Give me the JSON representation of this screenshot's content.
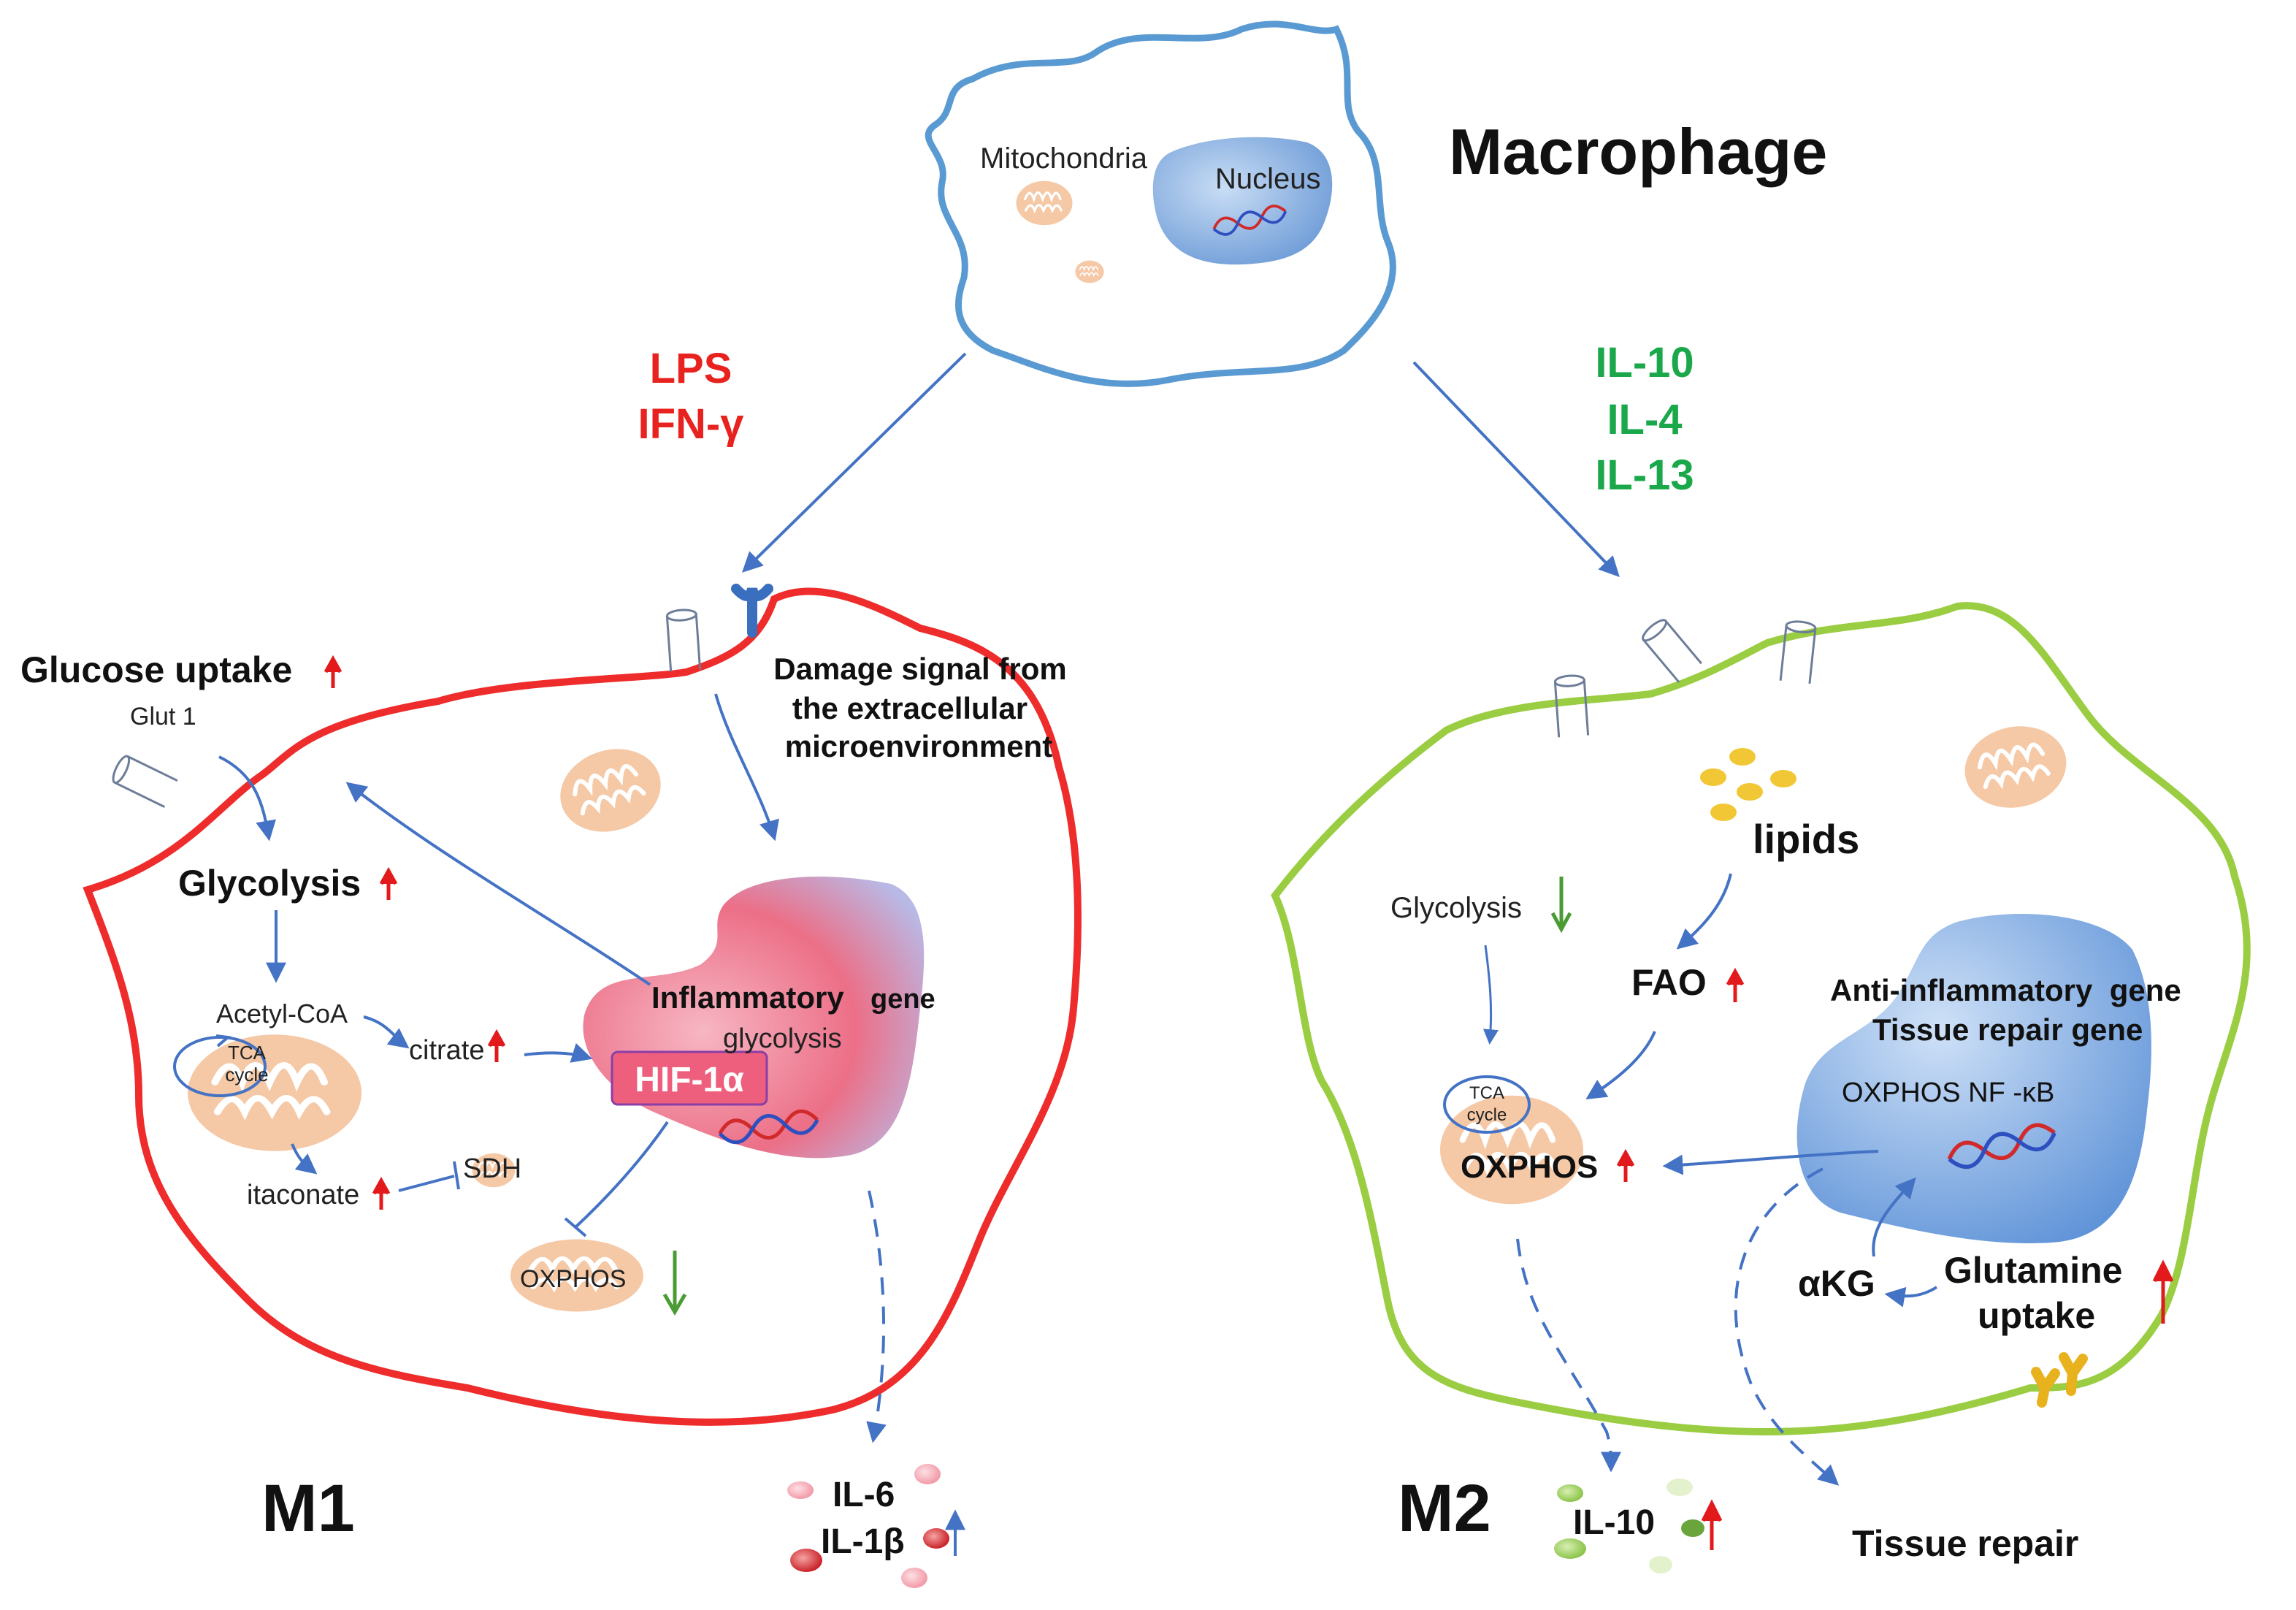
{
  "colors": {
    "arrow": "#4472c4",
    "m1_membrane": "#ee2c2c",
    "m2_membrane": "#9acd42",
    "macrophage_membrane": "#5a9ad2",
    "red_text": "#e8231f",
    "green_text": "#1aa84a",
    "mito": "#f5c8a6",
    "up_arrow": "#e31a1c",
    "down_arrow": "#4a9b32"
  },
  "icons": [
    "mitochondrion-icon",
    "nucleus-icon",
    "dna-icon",
    "receptor-icon",
    "glut-transporter-icon",
    "lipid-droplet-icon",
    "cytokine-dot-icon"
  ],
  "macrophage": {
    "title": "Macrophage",
    "mitochondria_label": "Mitochondria",
    "nucleus_label": "Nucleus"
  },
  "m1_stimuli": [
    "LPS",
    "IFN-γ"
  ],
  "m2_stimuli": [
    "IL-10",
    "IL-4",
    "IL-13"
  ],
  "m1": {
    "label": "M1",
    "glucose_uptake": "Glucose uptake",
    "glut1": "Glut 1",
    "damage_signal": [
      "Damage signal from",
      "the extracellular",
      "microenvironment"
    ],
    "glycolysis": "Glycolysis",
    "acetyl_coa": "Acetyl-CoA",
    "tca": [
      "TCA",
      "cycle"
    ],
    "citrate": "citrate",
    "itaconate": "itaconate",
    "sdh": "SDH",
    "inflammatory_gene": "Inflammatory",
    "gene_word": "gene",
    "glycolysis_lower": "glycolysis",
    "hif": "HIF-1α",
    "oxphos": "OXPHOS",
    "cytokines": [
      "IL-6",
      "IL-1β"
    ]
  },
  "m2": {
    "label": "M2",
    "lipids": "lipids",
    "glycolysis": "Glycolysis",
    "fao": "FAO",
    "anti_inflammatory": "Anti-inflammatory  gene",
    "tissue_repair_gene": "Tissue repair gene",
    "oxphos_nfkb": "OXPHOS NF -κB",
    "tca": [
      "TCA",
      "cycle"
    ],
    "oxphos": "OXPHOS",
    "akg": "αKG",
    "glutamine": [
      "Glutamine",
      "uptake"
    ],
    "il10": "IL-10",
    "tissue_repair": "Tissue repair"
  }
}
